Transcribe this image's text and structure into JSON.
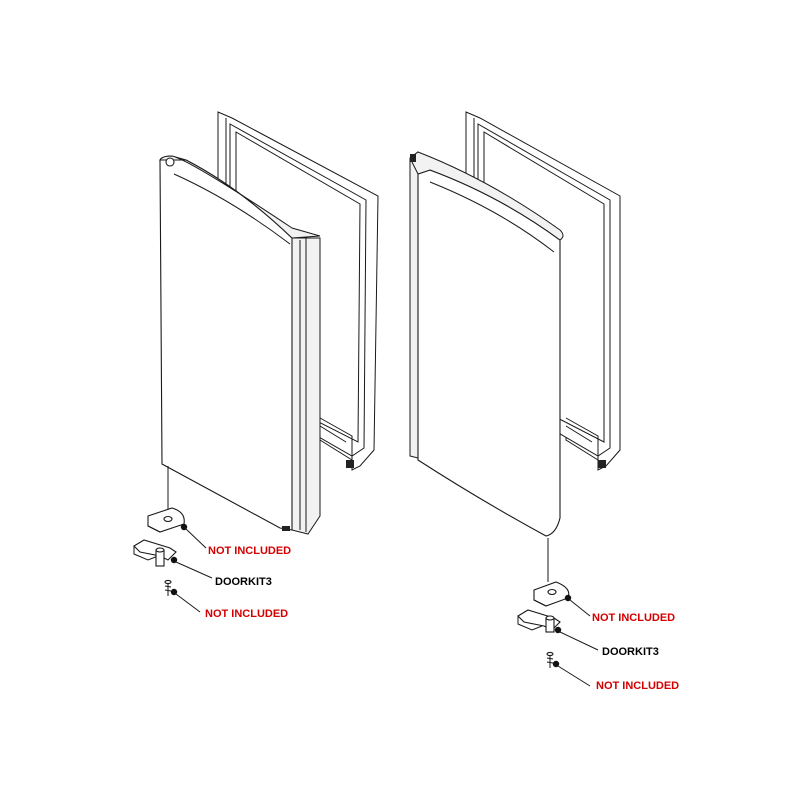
{
  "left_assembly": {
    "callout_upper": "NOT INCLUDED",
    "callout_kit": "DOORKIT3",
    "callout_lower": "NOT INCLUDED"
  },
  "right_assembly": {
    "callout_upper": "NOT INCLUDED",
    "callout_kit": "DOORKIT3",
    "callout_lower": "NOT INCLUDED"
  },
  "colors": {
    "not_included": "#d40000",
    "part_number": "#000000",
    "line": "#1a1a1a"
  }
}
